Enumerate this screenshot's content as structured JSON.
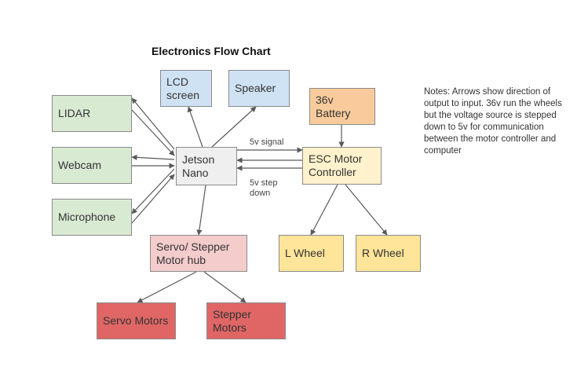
{
  "title": "Electronics Flow Chart",
  "nodes": {
    "lidar": "LIDAR",
    "webcam": "Webcam",
    "microphone": "Microphone",
    "lcd": "LCD screen",
    "speaker": "Speaker",
    "battery": "36v Battery",
    "jetson": "Jetson Nano",
    "esc": "ESC Motor Controller",
    "hub": "Servo/ Stepper Motor hub",
    "lwheel": "L Wheel",
    "rwheel": "R Wheel",
    "servo": "Servo Motors",
    "stepper": "Stepper Motors"
  },
  "edge_labels": {
    "signal": "5v signal",
    "stepdown": "5v step down"
  },
  "notes": "Notes: Arrows show direction of output to input. 36v run the wheels but the voltage source is stepped down to 5v for communication between the motor controller and computer",
  "colors": {
    "sensor_green": "#d9ead3",
    "output_blue": "#cfe2f3",
    "battery_orange": "#f9cb9c",
    "jetson_grey": "#efefef",
    "esc_cream": "#fff2cc",
    "hub_pink": "#f4cccc",
    "wheel_yellow": "#ffe599",
    "motor_red": "#e06666"
  }
}
